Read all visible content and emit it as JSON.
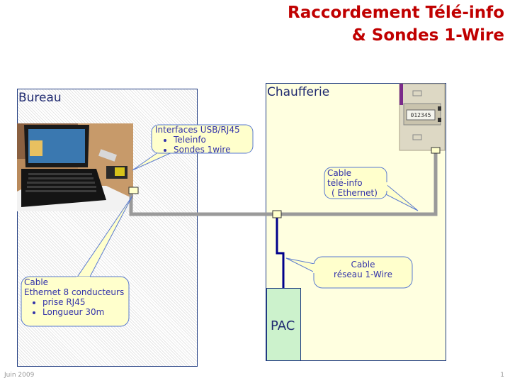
{
  "title": {
    "line1": "Raccordement Télé-info",
    "line2": "& Sondes 1-Wire"
  },
  "rooms": {
    "bureau": "Bureau",
    "chaufferie": "Chaufferie",
    "pac": "PAC"
  },
  "callouts": {
    "interfaces": {
      "title": "Interfaces USB/RJ45",
      "items": [
        "Teleinfo",
        "Sondes 1wire"
      ]
    },
    "cable_ethernet": {
      "line1": "Cable",
      "line2": "Ethernet 8 conducteurs",
      "items": [
        "prise RJ45",
        "Longueur 30m"
      ]
    },
    "cable_teleinfo": {
      "line1": "Cable",
      "line2": "télé-info",
      "line3": "( Ethernet)"
    },
    "cable_1wire": {
      "line1": "Cable",
      "line2": "réseau 1-Wire"
    }
  },
  "meter": {
    "display": "012345"
  },
  "footer": {
    "date": "Juin 2009",
    "page": "1"
  },
  "colors": {
    "title": "#c00000",
    "cable": "#9a9a9a",
    "onewire": "#00008b",
    "callout_fill": "#ffffcc"
  }
}
